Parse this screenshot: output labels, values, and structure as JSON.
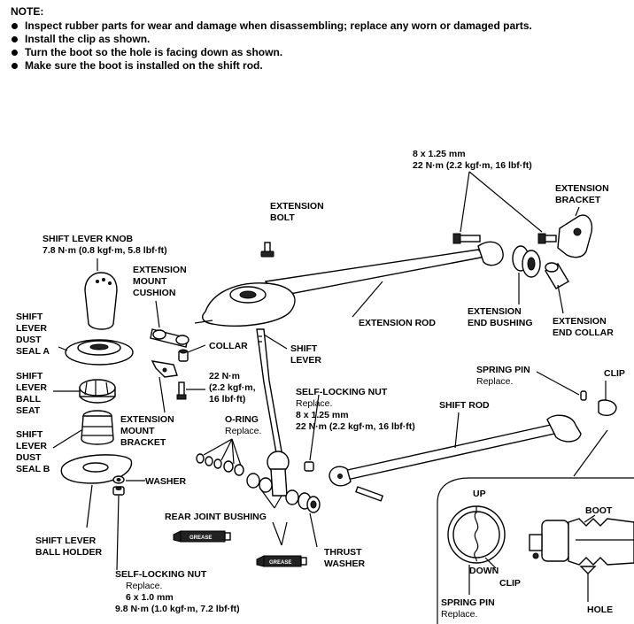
{
  "notes": {
    "title": "NOTE:",
    "items": [
      "Inspect rubber parts for wear and damage when disassembling; replace any worn or damaged parts.",
      "Install the clip as shown.",
      "Turn the boot so the hole is facing down as shown.",
      "Make sure the boot is installed on the shift rod."
    ]
  },
  "labels": {
    "top_bolt_spec_size": "8 x 1.25 mm",
    "top_bolt_spec_torque": "22 N·m (2.2 kgf·m, 16 lbf·ft)",
    "extension_bracket_1": "EXTENSION",
    "extension_bracket_2": "BRACKET",
    "extension_bolt_1": "EXTENSION",
    "extension_bolt_2": "BOLT",
    "knob_1": "SHIFT LEVER KNOB",
    "knob_2": "7.8 N·m (0.8 kgf·m, 5.8 lbf·ft)",
    "cushion_1": "EXTENSION",
    "cushion_2": "MOUNT",
    "cushion_3": "CUSHION",
    "dust_seal_a_1": "SHIFT",
    "dust_seal_a_2": "LEVER",
    "dust_seal_a_3": "DUST",
    "dust_seal_a_4": "SEAL A",
    "extension_rod": "EXTENSION ROD",
    "end_bushing_1": "EXTENSION",
    "end_bushing_2": "END BUSHING",
    "end_collar_1": "EXTENSION",
    "end_collar_2": "END COLLAR",
    "collar": "COLLAR",
    "shift_lever_1": "SHIFT",
    "shift_lever_2": "LEVER",
    "ball_seat_1": "SHIFT",
    "ball_seat_2": "LEVER",
    "ball_seat_3": "BALL",
    "ball_seat_4": "SEAT",
    "bracket_torque_1": "22 N·m",
    "bracket_torque_2": "(2.2 kgf·m,",
    "bracket_torque_3": "16 lbf·ft)",
    "spring_pin_top_1": "SPRING PIN",
    "spring_pin_top_2": "Replace.",
    "clip_top": "CLIP",
    "self_locking_nut_mid_1": "SELF-LOCKING NUT",
    "self_locking_nut_mid_2": "Replace.",
    "self_locking_nut_mid_3": "8 x 1.25 mm",
    "self_locking_nut_mid_4": "22 N·m (2.2 kgf·m, 16 lbf·ft)",
    "shift_rod": "SHIFT ROD",
    "mount_bracket_1": "EXTENSION",
    "mount_bracket_2": "MOUNT",
    "mount_bracket_3": "BRACKET",
    "o_ring_1": "O-RING",
    "o_ring_2": "Replace.",
    "dust_seal_b_1": "SHIFT",
    "dust_seal_b_2": "LEVER",
    "dust_seal_b_3": "DUST",
    "dust_seal_b_4": "SEAL B",
    "washer": "WASHER",
    "rear_joint_bushing": "REAR JOINT BUSHING",
    "ball_holder_1": "SHIFT LEVER",
    "ball_holder_2": "BALL HOLDER",
    "thrust_washer_1": "THRUST",
    "thrust_washer_2": "WASHER",
    "grease": "GREASE",
    "self_locking_nut_bottom_1": "SELF-LOCKING NUT",
    "self_locking_nut_bottom_2": "Replace.",
    "self_locking_nut_bottom_3": "6 x 1.0 mm",
    "self_locking_nut_bottom_4": "9.8 N·m (1.0 kgf·m, 7.2 lbf·ft)",
    "inset_up": "UP",
    "inset_down": "DOWN",
    "inset_clip": "CLIP",
    "inset_boot": "BOOT",
    "inset_hole": "HOLE",
    "inset_spring_pin_1": "SPRING PIN",
    "inset_spring_pin_2": "Replace."
  }
}
